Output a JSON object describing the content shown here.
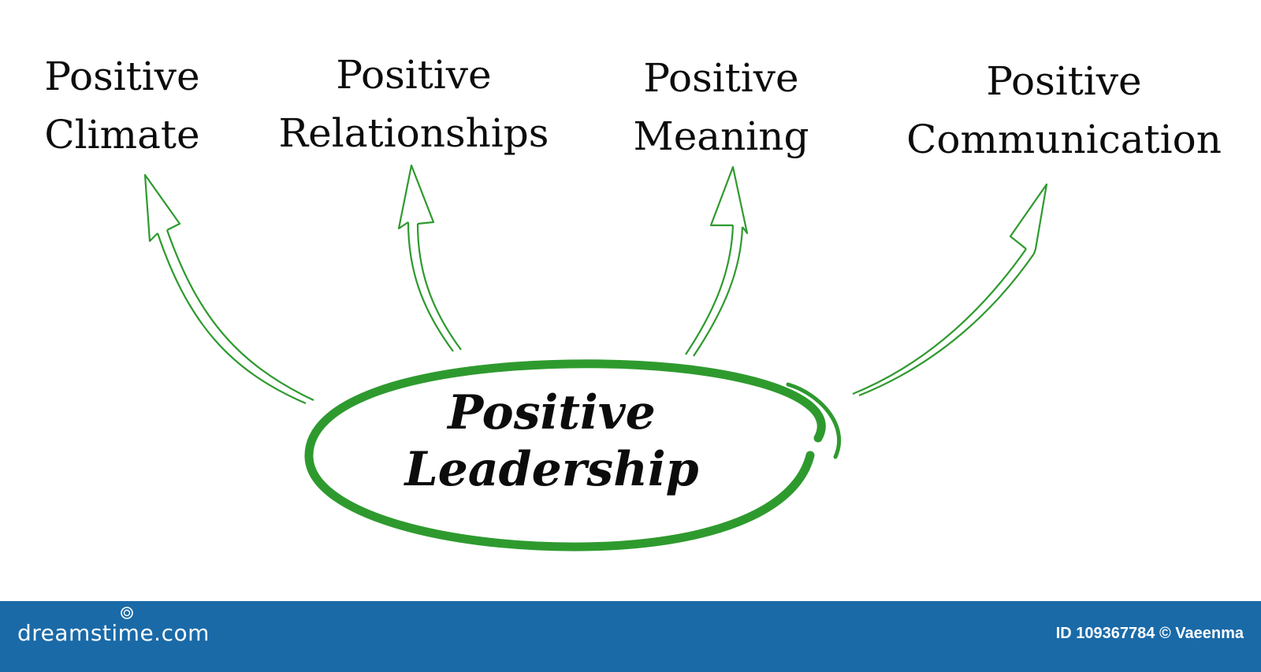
{
  "diagram": {
    "center": {
      "line1": "Positive",
      "line2": "Leadership"
    },
    "nodes": [
      {
        "line1": "Positive",
        "line2": "Climate"
      },
      {
        "line1": "Positive",
        "line2": "Relationships"
      },
      {
        "line1": "Positive",
        "line2": "Meaning"
      },
      {
        "line1": "Positive",
        "line2": "Communication"
      }
    ],
    "colors": {
      "accent_green": "#2e9a2e",
      "text": "#0c0c0c"
    }
  },
  "footer": {
    "brand": "dreamstime.com",
    "credit": "ID 109367784 © Vaeenma",
    "bar_color": "#1a6aa8"
  }
}
